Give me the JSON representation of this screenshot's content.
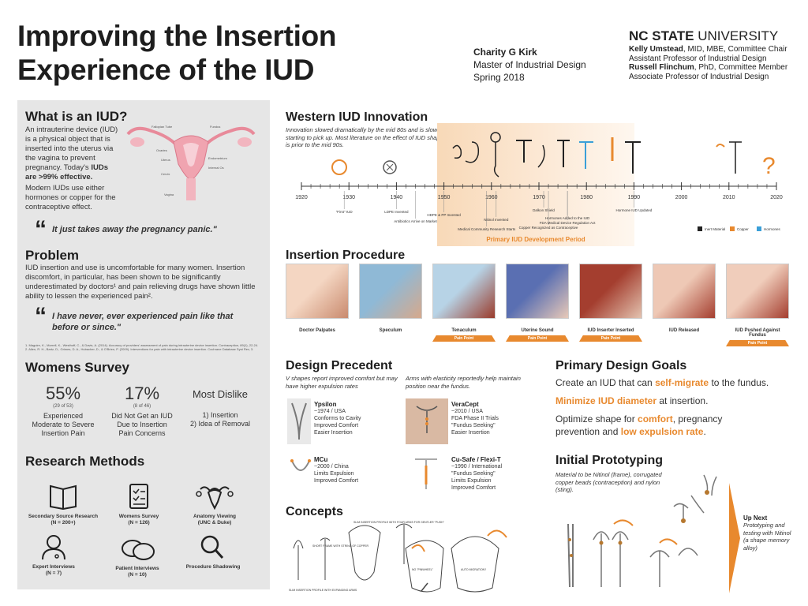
{
  "header": {
    "title_line1": "Improving the Insertion",
    "title_line2": "Experience of the IUD",
    "author_name": "Charity G Kirk",
    "degree": "Master of Industrial Design",
    "term": "Spring 2018",
    "university_bold": "NC STATE",
    "university_rest": " UNIVERSITY",
    "committee": [
      {
        "name": "Kelly Umstead",
        "rest": ", MID, MBE, Committee Chair"
      },
      {
        "title": "Assistant Professor of Industrial Design"
      },
      {
        "name": "Russell Flinchum",
        "rest": ", PhD, Committee Member"
      },
      {
        "title": "Associate Professor of Industrial Design"
      }
    ]
  },
  "what_is_iud": {
    "heading": "What is an IUD?",
    "para1_a": "An intrauterine device (IUD) is a physical object that is inserted into the uterus via the vagina to prevent pregnancy. Today's ",
    "para1_b": "IUDs are >99% effective.",
    "para2": "Modern IUDs use either hormones or copper for the contraceptive effect.",
    "quote": "It just takes away the pregnancy panic.\"",
    "anatomy_labels": {
      "fallopian": "Fallopian Tube",
      "fundus": "Fundus",
      "ovaries": "Ovaries",
      "uterus": "Uterus",
      "endometrium": "Endometrium",
      "internal_os": "Internal Os",
      "cervix": "Cervix",
      "vagina": "Vagina"
    }
  },
  "problem": {
    "heading": "Problem",
    "text": "IUD insertion and use is uncomfortable for many women. Insertion discomfort, in particular, has been shown to be significantly underestimated by doctors¹ and pain relieving drugs have shown little ability to lessen the experienced pain².",
    "quote": "I have never, ever experienced pain like that before or since.\"",
    "refs": [
      "1. Maguire, K., Morrell, K., Westhoff, C., & Davis, A. (2014). Accuracy of providers' assessment of pain during intrauterine device insertion. Contraception, 89(1), 22-24.",
      "2. Allen, R. H., Bartz, D., Grimes, D. A., Hubacher, D., & O'Brien, P. (2009). Interventions for pain with intrauterine device insertion. Cochrane Database Syst Rev, 3."
    ]
  },
  "survey": {
    "heading": "Womens Survey",
    "stats": [
      {
        "big": "55%",
        "sub": "(29 of 53)",
        "desc": "Experienced Moderate to Severe Insertion Pain"
      },
      {
        "big": "17%",
        "sub": "(8 of 46)",
        "desc": "Did Not Get an IUD Due to Insertion Pain Concerns"
      }
    ],
    "dislike_title": "Most Dislike",
    "dislike_items": [
      "1) Insertion",
      "2) Idea of Removal"
    ]
  },
  "methods": {
    "heading": "Research Methods",
    "items": [
      {
        "icon": "book-icon",
        "label": "Secondary Source Research",
        "count": "(N = 200+)"
      },
      {
        "icon": "checklist-icon",
        "label": "Womens Survey",
        "count": "(N = 126)"
      },
      {
        "icon": "uterus-icon",
        "label": "Anatomy Viewing",
        "count": "(UNC & Duke)"
      },
      {
        "icon": "person-icon",
        "label": "Expert Interviews",
        "count": "(N = 7)"
      },
      {
        "icon": "chat-bubbles-icon",
        "label": "Patient Interviews",
        "count": "(N = 10)"
      },
      {
        "icon": "magnifier-icon",
        "label": "Procedure Shadowing",
        "count": ""
      }
    ]
  },
  "innovation": {
    "heading": "Western IUD Innovation",
    "intro": "Innovation slowed dramatically by the mid 80s and is slowly starting to pick up. Most literature on the effect of IUD shape is prior to the mid 90s.",
    "period_label": "Primary IUD Development Period",
    "legend": [
      "Inert Material",
      "Copper",
      "Hormones"
    ],
    "legend_colors": [
      "#222222",
      "#e8892e",
      "#3a9fd8"
    ],
    "question_mark": "?"
  },
  "chart_data": {
    "type": "timeline",
    "ticks": [
      "1920",
      "1930",
      "1940",
      "1950",
      "1960",
      "1970",
      "1980",
      "1990",
      "2000",
      "2010",
      "2020"
    ],
    "events": [
      {
        "label": "\"First\" IUD",
        "year": 1929
      },
      {
        "label": "LDPE Invented",
        "year": 1940
      },
      {
        "label": "Antibiotics Arrive on Market",
        "year": 1944
      },
      {
        "label": "HDPE & PP Invented",
        "year": 1950
      },
      {
        "label": "Medical Community Research Starts",
        "year": 1959
      },
      {
        "label": "Nitinol Invented",
        "year": 1961
      },
      {
        "label": "Dalkon Shield",
        "year": 1971
      },
      {
        "label": "Copper Recognized as Contraceptive",
        "year": 1972
      },
      {
        "label": "Hormones Added to the IUD",
        "year": 1976
      },
      {
        "label": "FDA Medical Device Regulation Act",
        "year": 1976
      },
      {
        "label": "Hormone IUD Updated",
        "year": 1990
      }
    ]
  },
  "insertion": {
    "heading": "Insertion Procedure",
    "steps": [
      {
        "label": "Doctor Palpates",
        "pain": ""
      },
      {
        "label": "Speculum",
        "pain": ""
      },
      {
        "label": "Tenaculum",
        "pain": "Pain Point"
      },
      {
        "label": "Uterine Sound",
        "pain": "Pain Point"
      },
      {
        "label": "IUD Inserter Inserted",
        "pain": "Pain Point"
      },
      {
        "label": "IUD Released",
        "pain": ""
      },
      {
        "label": "IUD Pushed Against Fundus",
        "pain": "Pain Point"
      }
    ]
  },
  "precedent": {
    "heading": "Design Precedent",
    "note1": "V shapes report improved comfort but may have higher expulsion rates",
    "note2": "Arms with elasticity reportedly help maintain position near the fundus.",
    "items": [
      {
        "name": "Ypsilon",
        "lines": [
          "~1974 / USA",
          "Conforms to Cavity",
          "Improved Comfort",
          "Easier Insertion"
        ]
      },
      {
        "name": "VeraCept",
        "lines": [
          "~2010 / USA",
          "FDA Phase II Trials",
          "\"Fundus Seeking\"",
          "Easier Insertion"
        ]
      },
      {
        "name": "MCu",
        "lines": [
          "~2000 / China",
          "Limits Expulsion",
          "Improved Comfort"
        ]
      },
      {
        "name": "Cu-Safe / Flexi-T",
        "lines": [
          "~1990 / International",
          "\"Fundus Seeking\"",
          "Limits Expulsion",
          "Improved Comfort"
        ]
      }
    ]
  },
  "concepts": {
    "heading": "Concepts",
    "notes": [
      "SLIM INSERTION PROFILE WITH FOUR ARMS FOR GENTLER \"PUSH\"",
      "SHORT FRAME WITH STRING OF COPPER",
      "SLIM INSERTION PROFILE WITH EXPANDING ARMS",
      "NO \"PINWHEEL\"",
      "AUTO MIGRATION?"
    ]
  },
  "goals": {
    "heading": "Primary Design Goals",
    "g1_a": "Create an IUD that can ",
    "g1_b": "self-migrate",
    "g1_c": " to the fundus.",
    "g2": "Minimize IUD diameter",
    "g2_rest": " at insertion.",
    "g3_a": "Optimize shape for ",
    "g3_b": "comfort",
    "g3_c": ", pregnancy prevention and ",
    "g3_d": "low expulsion rate",
    "g3_e": "."
  },
  "prototyping": {
    "heading": "Initial Prototyping",
    "note": "Material to be Nitinol (frame), corrugated copper beads (contraception) and nylon (sting).",
    "up_next_title": "Up Next",
    "up_next_text": "Prototyping and testing with Nitinol (a shape memory alloy)"
  }
}
